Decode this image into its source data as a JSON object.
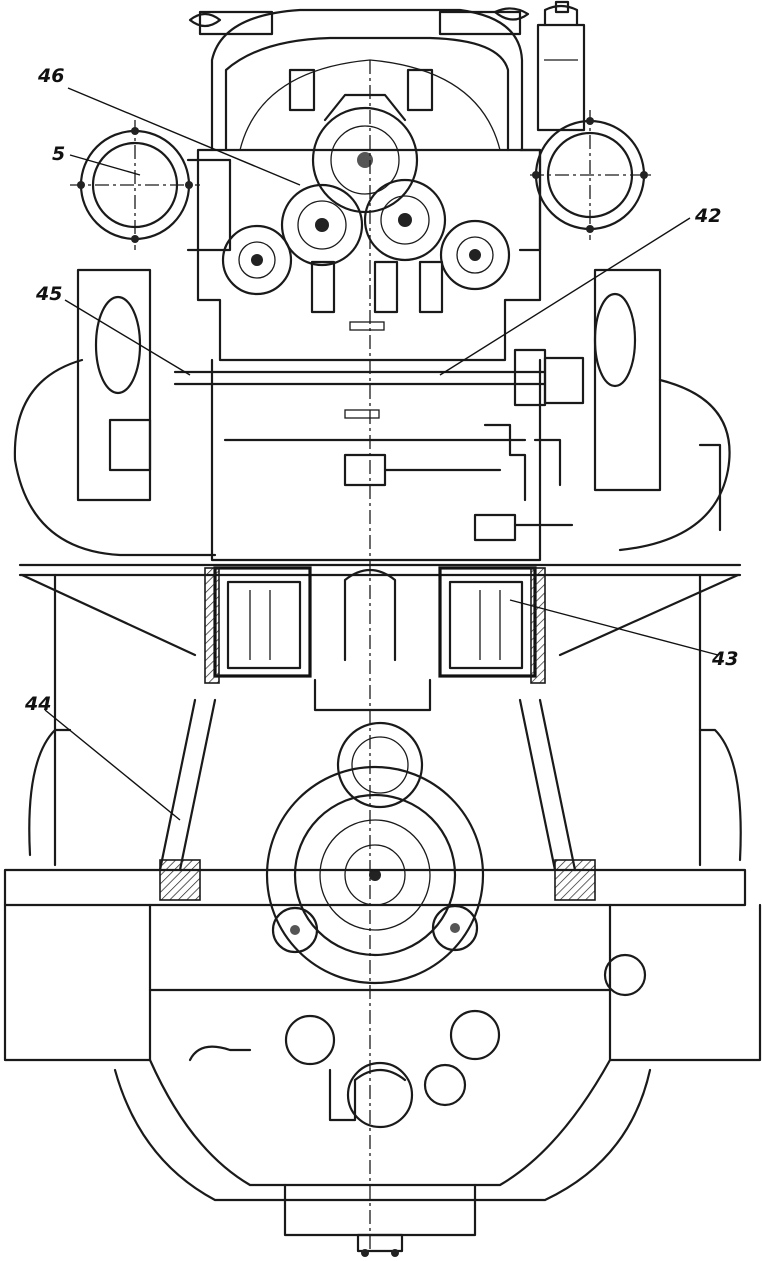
{
  "callouts": [
    {
      "id": "46",
      "label": "46"
    },
    {
      "id": "5",
      "label": "5"
    },
    {
      "id": "42",
      "label": "42"
    },
    {
      "id": "45",
      "label": "45"
    },
    {
      "id": "43",
      "label": "43"
    },
    {
      "id": "44",
      "label": "44"
    }
  ]
}
